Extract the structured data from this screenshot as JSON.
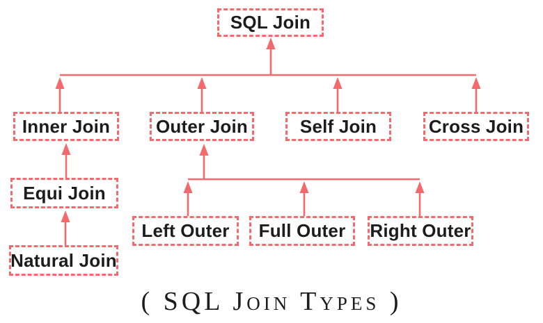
{
  "colors": {
    "accent": "#f4696b",
    "text": "#1c1c1c",
    "background": "#ffffff"
  },
  "caption": "( SQL Join Types )",
  "nodes": {
    "sqlJoin": "SQL Join",
    "innerJoin": "Inner Join",
    "outerJoin": "Outer Join",
    "selfJoin": "Self Join",
    "crossJoin": "Cross Join",
    "equiJoin": "Equi Join",
    "naturalJoin": "Natural Join",
    "leftOuter": "Left Outer",
    "fullOuter": "Full Outer",
    "rightOuter": "Right Outer"
  },
  "hierarchy": [
    {
      "parent": "SQL Join",
      "children": [
        "Inner Join",
        "Outer Join",
        "Self Join",
        "Cross Join"
      ]
    },
    {
      "parent": "Inner Join",
      "children": [
        "Equi Join"
      ]
    },
    {
      "parent": "Equi Join",
      "children": [
        "Natural Join"
      ]
    },
    {
      "parent": "Outer Join",
      "children": [
        "Left Outer",
        "Full Outer",
        "Right Outer"
      ]
    }
  ],
  "arrow_direction": "child-to-parent (arrows point upward)"
}
